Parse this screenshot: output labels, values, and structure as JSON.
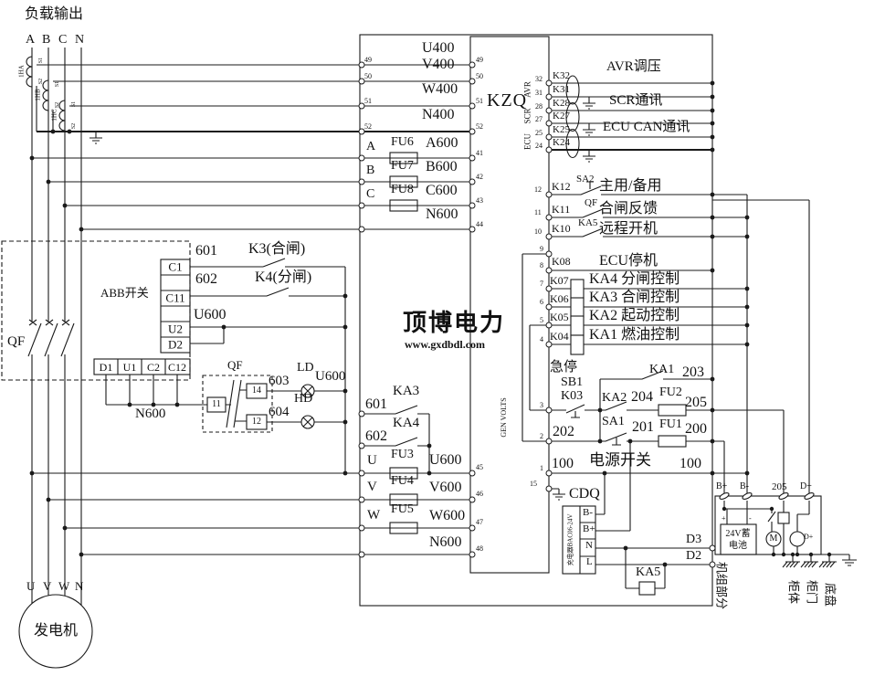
{
  "colors": {
    "line": "#1a1a1a",
    "background": "#ffffff"
  },
  "title": {
    "load_output": "负载输出"
  },
  "watermark": {
    "name": "顶博电力",
    "url": "www.gxdbdl.com"
  },
  "phases": {
    "a": "A",
    "b": "B",
    "c": "C",
    "n": "N"
  },
  "cts": {
    "c1": "1HA",
    "c2": "1HB",
    "c3": "1HC",
    "s1": "S1",
    "s2": "S2"
  },
  "rows": {
    "u400": "U400",
    "v400": "V400",
    "w400": "W400",
    "n400": "N400",
    "a": "A",
    "b": "B",
    "c": "C",
    "fu6": "FU6",
    "fu7": "FU7",
    "fu8": "FU8",
    "a600": "A600",
    "b600": "B600",
    "c600": "C600",
    "n600": "N600"
  },
  "kzq": {
    "name": "KZQ",
    "avr": "AVR",
    "scr": "SCR",
    "ecu": "ECU",
    "gen_volts": "GEN VOLTS"
  },
  "pins": {
    "p49": "49",
    "p50": "50",
    "p51": "51",
    "p52": "52",
    "p41": "41",
    "p42": "42",
    "p43": "43",
    "p44": "44",
    "p45": "45",
    "p46": "46",
    "p47": "47",
    "p48": "48",
    "p32": "32",
    "p31": "31",
    "p28": "28",
    "p27": "27",
    "p25": "25",
    "p24": "24",
    "p12": "12",
    "p11": "11",
    "p10": "10",
    "p9": "9",
    "p8": "8",
    "p7": "7",
    "p6": "6",
    "p5": "5",
    "p4": "4",
    "p3": "3",
    "p2": "2",
    "p1": "1",
    "p15": "15"
  },
  "comm": {
    "k32": "K32",
    "k31": "K31",
    "k28": "K28",
    "k27": "K27",
    "k25": "K25",
    "k24": "K24",
    "avr": "AVR调压",
    "scr": "SCR通讯",
    "ecu": "ECU CAN通讯"
  },
  "ctrl": {
    "k12": "K12",
    "sa2": "SA2",
    "main_backup": "主用/备用",
    "k11": "K11",
    "qf": "QF",
    "close_feedback": "合闸反馈",
    "k10": "K10",
    "ka5": "KA5",
    "remote_start": "远程开机",
    "k08": "K08",
    "ecu_stop": "ECU停机",
    "k07": "K07",
    "ka4": "KA4 分闸控制",
    "k06": "K06",
    "ka3": "KA3 合闸控制",
    "k05": "K05",
    "ka2": "KA2 起动控制",
    "k04": "K04",
    "ka1": "KA1 燃油控制"
  },
  "estop": {
    "title": "急停",
    "sb1": "SB1",
    "k03": "K03",
    "ka1": "KA1",
    "w203": "203",
    "ka2": "KA2",
    "w204": "204",
    "fu2": "FU2",
    "w205": "205",
    "sa1": "SA1",
    "w201": "201",
    "fu1": "FU1",
    "w200": "200",
    "w202": "202",
    "w100l": "100",
    "power_switch": "电源开关",
    "w100r": "100"
  },
  "cdq": {
    "name": "CDQ",
    "charger": "充电器BAC06-24V",
    "bminus": "B-",
    "bplus": "B+",
    "n": "N",
    "l": "L",
    "d3": "D3",
    "d2": "D2",
    "ka5": "KA5"
  },
  "abb": {
    "name": "ABB开关",
    "qf": "QF",
    "w601": "601",
    "k3": "K3(合闸)",
    "w602": "602",
    "k4": "K4(分闸)",
    "u600": "U600",
    "c1": "C1",
    "c11": "C11",
    "u2": "U2",
    "d2": "D2",
    "d1": "D1",
    "u1": "U1",
    "c2": "C2",
    "c12": "C12",
    "n600": "N600",
    "qf_aux": "QF",
    "t11": "11",
    "t14": "14",
    "t12": "12",
    "w603": "603",
    "ld": "LD",
    "u600b": "U600",
    "w604": "604",
    "hd": "HD"
  },
  "mid": {
    "w601": "601",
    "ka3": "KA3",
    "w602": "602",
    "ka4": "KA4",
    "u": "U",
    "fu3": "FU3",
    "u600": "U600",
    "v": "V",
    "fu4": "FU4",
    "v600": "V600",
    "w": "W",
    "fu5": "FU5",
    "w600": "W600",
    "n600": "N600"
  },
  "gen": {
    "u": "U",
    "v": "V",
    "w": "W",
    "n": "N",
    "name": "发电机"
  },
  "unit": {
    "bplus": "B+",
    "bminus": "B-",
    "w205": "205",
    "dplus": "D+",
    "bat_line1": "24V蓄",
    "bat_line2": "电池",
    "plus": "+",
    "minus": "-",
    "m": "M",
    "dp": "D+",
    "unit_part": "机组部分",
    "cab_body": "柜体",
    "cab_door": "柜门",
    "chassis": "底盘"
  }
}
